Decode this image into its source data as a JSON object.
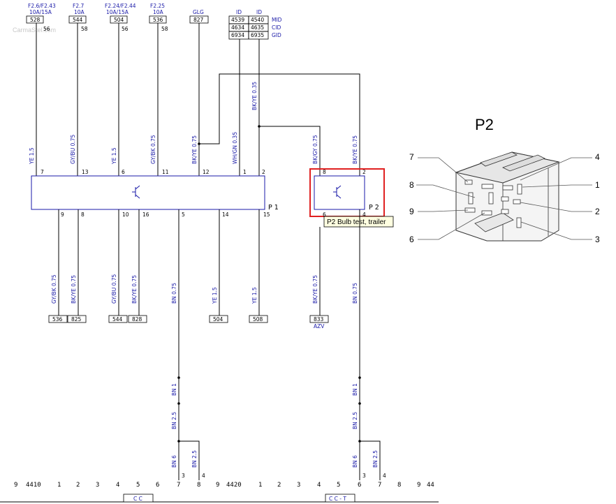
{
  "watermark": "CarmaStel.com",
  "p2_title": "P2",
  "tooltip": "P2 Bulb test, trailer",
  "module_p1_label": "P 1",
  "module_p2_label": "P 2",
  "top_fuses": [
    {
      "line1": "F2.6/F2.43",
      "line2": "10A/15A",
      "box": "528",
      "pin": "56"
    },
    {
      "line1": "F2.7",
      "line2": "10A",
      "box": "544",
      "pin": "58"
    },
    {
      "line1": "F2.24/F2.44",
      "line2": "10A/15A",
      "box": "504",
      "pin": "56"
    },
    {
      "line1": "F2.25",
      "line2": "10A",
      "box": "536",
      "pin": "58"
    }
  ],
  "glg": {
    "label": "GLG",
    "box": "827"
  },
  "id_table": {
    "headers": [
      "ID",
      "ID"
    ],
    "rows": [
      {
        "a": "4539",
        "b": "4540",
        "tag": "MID"
      },
      {
        "a": "4634",
        "b": "4635",
        "tag": "CID"
      },
      {
        "a": "6934",
        "b": "6935",
        "tag": "GID"
      }
    ]
  },
  "p1_top_wires": [
    {
      "color": "YE 1.5",
      "pin": "7"
    },
    {
      "color": "GY/BU 0.75",
      "pin": "13"
    },
    {
      "color": "YE 1.5",
      "pin": "6"
    },
    {
      "color": "GY/BK 0.75",
      "pin": "11"
    },
    {
      "color": "BK/YE 0.75",
      "pin": "12"
    },
    {
      "color": "WH/GN 0.35",
      "pin": "1"
    },
    {
      "color": "BK/YE 0.35",
      "pin": "2"
    }
  ],
  "p2_top_wires": [
    {
      "color": "BK/GY 0.75",
      "pin": "8"
    },
    {
      "color": "BK/YE 0.75",
      "pin": "2"
    }
  ],
  "p1_bottom_pins": [
    "9",
    "8",
    "10",
    "16",
    "5",
    "14",
    "15"
  ],
  "p2_bottom_pins": [
    "6",
    "4"
  ],
  "p1_bottom_wires": [
    {
      "color": "GY/BK 0.75",
      "box": "536"
    },
    {
      "color": "BK/YE 0.75",
      "box": "825"
    },
    {
      "color": "GY/BU 0.75",
      "box": "544"
    },
    {
      "color": "BK/YE 0.75",
      "box": "828"
    },
    {
      "color": "BN 0.75",
      "box": ""
    },
    {
      "color": "YE 1.5",
      "box": "504"
    },
    {
      "color": "YE 1.5",
      "box": "508"
    }
  ],
  "p2_bottom_wires": [
    {
      "color": "BK/YE 0.75",
      "box": "833",
      "sub": "AZV"
    },
    {
      "color": "BN 0.75",
      "box": ""
    }
  ],
  "ground_left": {
    "a": "BN 1",
    "b": "BN 2.5",
    "c": "BN 6",
    "d": "BN 2.5",
    "pin_a": "7",
    "pin_b": "8",
    "num_a": "3",
    "num_b": "4"
  },
  "ground_right": {
    "a": "BN 1",
    "b": "BN 2.5",
    "c": "BN 6",
    "d": "BN 2.5",
    "pin_a": "6",
    "pin_b": "7",
    "num_a": "3",
    "num_b": "4"
  },
  "bottom_row": [
    "9",
    "4410",
    "1",
    "2",
    "3",
    "4",
    "5",
    "6",
    "7",
    "8",
    "9",
    "4420",
    "1",
    "2",
    "3",
    "4",
    "5",
    "6",
    "7",
    "8",
    "9",
    "44"
  ],
  "cc_left": "C C",
  "cc_right": "C C - T",
  "connector_pins": [
    "7",
    "4",
    "8",
    "1",
    "9",
    "2",
    "6",
    "3"
  ]
}
